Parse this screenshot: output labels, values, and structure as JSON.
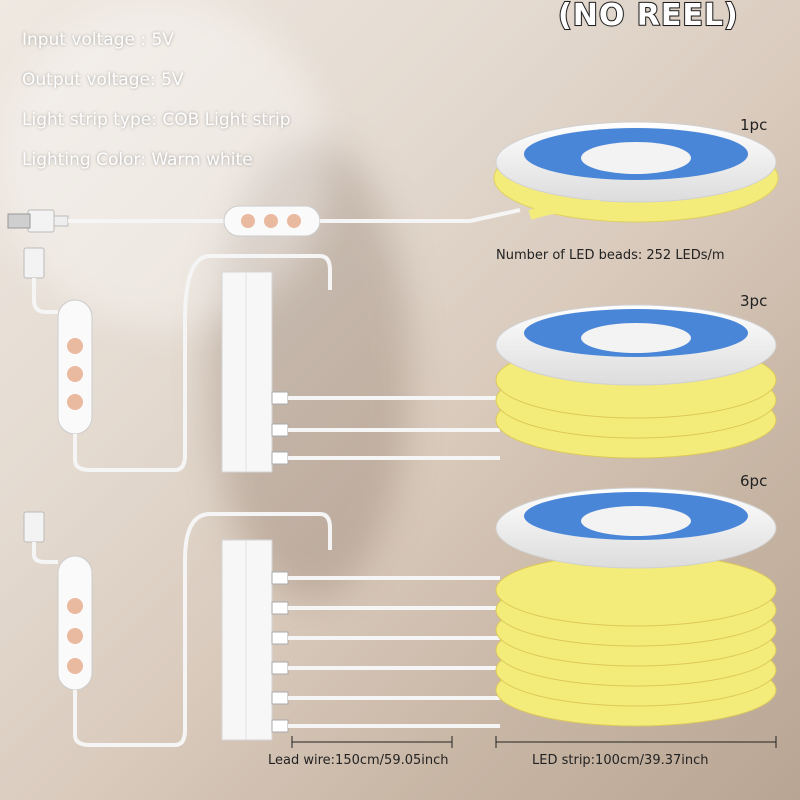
{
  "header": {
    "title": "(NO REEL)"
  },
  "specs": [
    "Input voltage : 5V",
    "Output voltage: 5V",
    "Light strip type: COB Light strip",
    "Lighting Color: Warm white"
  ],
  "kits": [
    {
      "label": "1pc",
      "strips": 1
    },
    {
      "label": "3pc",
      "strips": 3
    },
    {
      "label": "6pc",
      "strips": 6
    }
  ],
  "captions": {
    "beads": "Number of LED beads: 252 LEDs/m",
    "lead_wire": "Lead wire:150cm/59.05inch",
    "led_strip": "LED strip:100cm/39.37inch"
  },
  "colors": {
    "strip_yellow": "#f4ec7a",
    "reel_blue": "#4a86d8",
    "white_part": "#f7f7f7"
  }
}
